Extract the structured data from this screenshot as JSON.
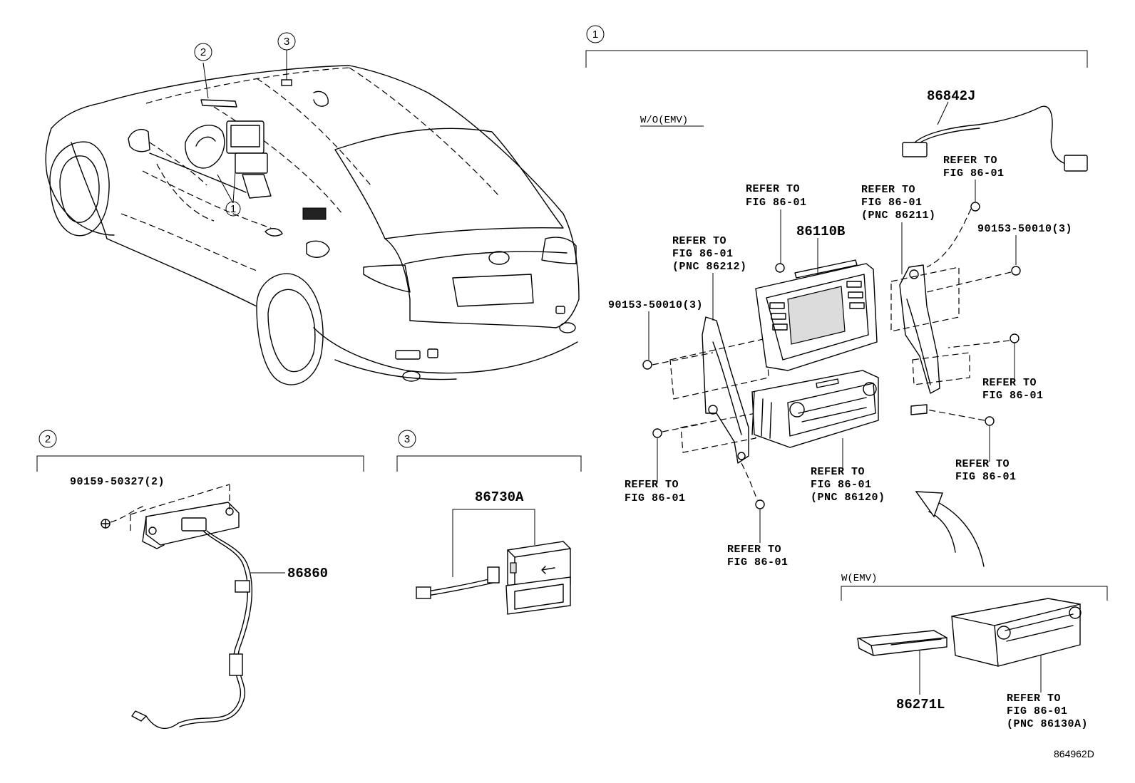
{
  "callouts": {
    "c1": "1",
    "c2": "2",
    "c3": "3"
  },
  "section1": {
    "wo_emv": "W/O(EMV)",
    "w_emv": "W(EMV)",
    "part_86842J": "86842J",
    "part_86110B": "86110B",
    "part_86271L": "86271L",
    "bolt_a": "90153-50010(3)",
    "bolt_b": "90153-50010(3)",
    "refer_to": "REFER TO",
    "fig": "FIG 86-01",
    "pnc_86211": "(PNC 86211)",
    "pnc_86212": "(PNC 86212)",
    "pnc_86120": "(PNC 86120)",
    "pnc_86130A": "(PNC 86130A)"
  },
  "section2": {
    "bolt": "90159-50327(2)",
    "part_86860": "86860"
  },
  "section3": {
    "part_86730A": "86730A"
  },
  "diagram_id": "864962D"
}
